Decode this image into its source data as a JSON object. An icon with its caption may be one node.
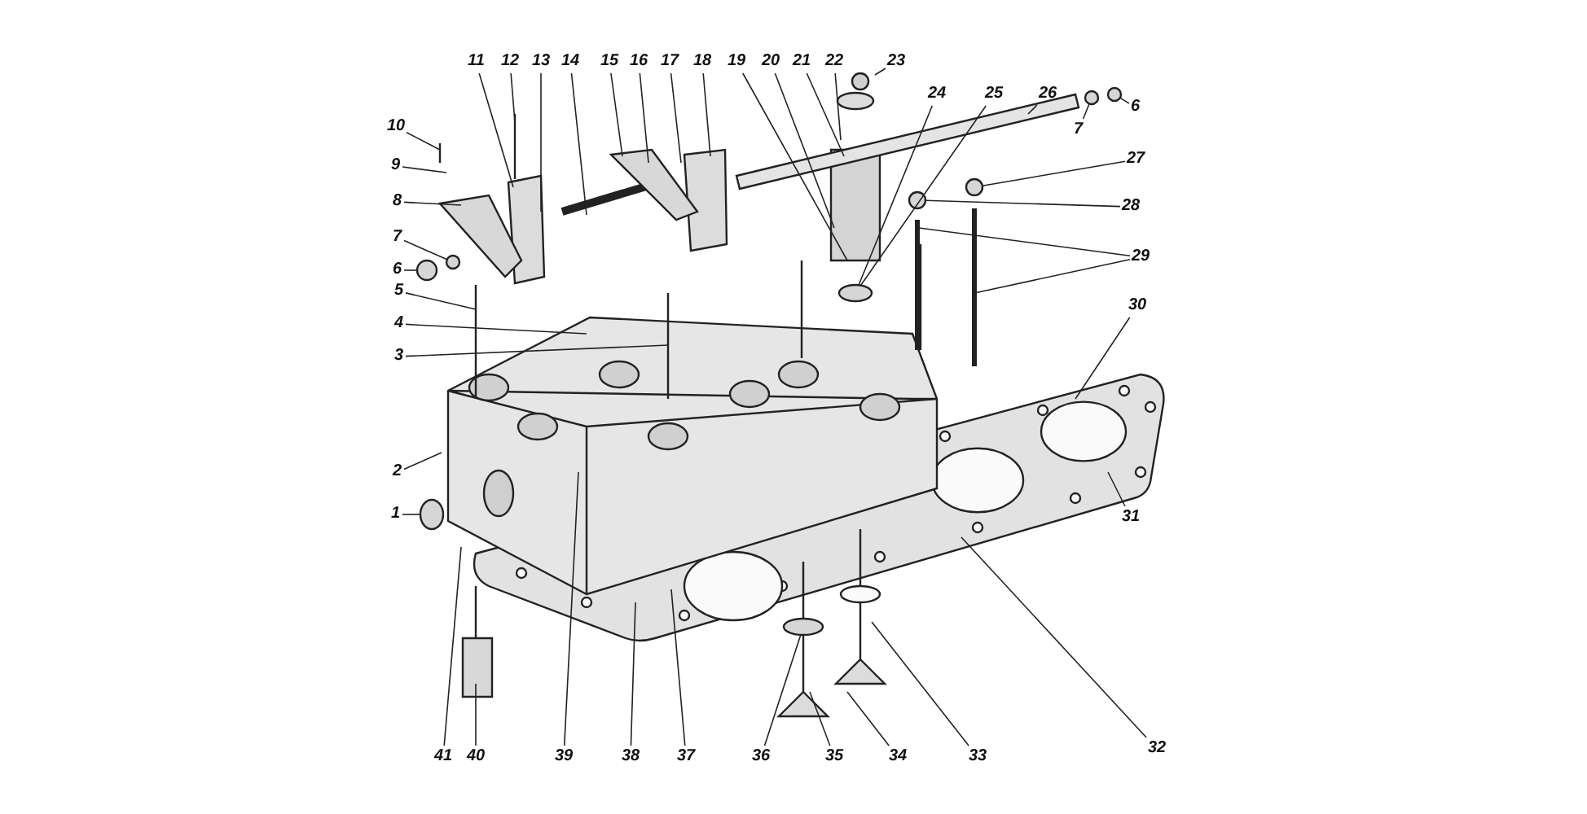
{
  "diagram": {
    "nodes": [
      {
        "text": [
          "10"
        ]
      },
      {
        "text": [
          "11"
        ]
      },
      {
        "text": [
          "12"
        ]
      },
      {
        "text": [
          "13"
        ]
      },
      {
        "text": [
          "14"
        ]
      },
      {
        "text": [
          "15"
        ]
      },
      {
        "text": [
          "16"
        ]
      },
      {
        "text": [
          "17"
        ]
      },
      {
        "text": [
          "18"
        ]
      },
      {
        "text": [
          "19"
        ]
      },
      {
        "text": [
          "20"
        ]
      },
      {
        "text": [
          "21"
        ]
      },
      {
        "text": [
          "22"
        ]
      },
      {
        "text": [
          "23"
        ]
      },
      {
        "text": [
          "24"
        ]
      },
      {
        "text": [
          "25"
        ]
      },
      {
        "text": [
          "26"
        ]
      },
      {
        "text": [
          "7"
        ]
      },
      {
        "text": [
          "6"
        ]
      },
      {
        "text": [
          "9"
        ]
      },
      {
        "text": [
          "27"
        ]
      },
      {
        "text": [
          "8"
        ]
      },
      {
        "text": [
          "28"
        ]
      },
      {
        "text": [
          "7"
        ]
      },
      {
        "text": [
          "29"
        ]
      },
      {
        "text": [
          "6"
        ]
      },
      {
        "text": [
          "5"
        ]
      },
      {
        "text": [
          "30"
        ]
      },
      {
        "text": [
          "4"
        ]
      },
      {
        "text": [
          "3"
        ]
      },
      {
        "text": [
          "2"
        ]
      },
      {
        "text": [
          "1"
        ]
      },
      {
        "text": [
          "31"
        ]
      },
      {
        "text": [
          "41"
        ]
      },
      {
        "text": [
          "40"
        ]
      },
      {
        "text": [
          "39"
        ]
      },
      {
        "text": [
          "38"
        ]
      },
      {
        "text": [
          "37"
        ]
      },
      {
        "text": [
          "36"
        ]
      },
      {
        "text": [
          "35"
        ]
      },
      {
        "text": [
          "34"
        ]
      },
      {
        "text": [
          "33"
        ]
      },
      {
        "text": [
          "32"
        ]
      },
      {
        "text": [],
        "shape": "ellipse"
      },
      {
        "text": [],
        "shape": "circle"
      },
      {
        "text": [],
        "shape": "circle"
      },
      {
        "text": [],
        "shape": "circle"
      },
      {
        "text": [],
        "shape": "circle"
      },
      {
        "text": [],
        "shape": "circle"
      },
      {
        "text": [],
        "shape": "circle"
      },
      {
        "text": [],
        "shape": "ellipse"
      },
      {
        "text": [],
        "shape": "ellipse"
      }
    ],
    "edges": [
      {
        "from": 0,
        "to": null,
        "arrow": "none"
      },
      {
        "from": 1,
        "to": null,
        "arrow": "none"
      },
      {
        "from": 2,
        "to": null,
        "arrow": "none"
      },
      {
        "from": 3,
        "to": null,
        "arrow": "none"
      },
      {
        "from": 4,
        "to": null,
        "arrow": "none"
      },
      {
        "from": 5,
        "to": null,
        "arrow": "none"
      },
      {
        "from": 6,
        "to": null,
        "arrow": "none"
      },
      {
        "from": 7,
        "to": null,
        "arrow": "none"
      },
      {
        "from": 8,
        "to": null,
        "arrow": "none"
      },
      {
        "from": 9,
        "to": null,
        "arrow": "none"
      },
      {
        "from": 10,
        "to": null,
        "arrow": "none"
      },
      {
        "from": 11,
        "to": null,
        "arrow": "none"
      },
      {
        "from": 12,
        "to": null,
        "arrow": "none"
      },
      {
        "from": 13,
        "to": null,
        "arrow": "none"
      },
      {
        "from": 14,
        "to": 43,
        "arrow": "none"
      },
      {
        "from": 15,
        "to": 43,
        "arrow": "none"
      },
      {
        "from": 16,
        "to": null,
        "arrow": "none"
      },
      {
        "from": 17,
        "to": 44,
        "arrow": "none"
      },
      {
        "from": 18,
        "to": 45,
        "arrow": "none"
      },
      {
        "from": 19,
        "to": null,
        "arrow": "none"
      },
      {
        "from": 20,
        "to": 46,
        "arrow": "none"
      },
      {
        "from": 21,
        "to": null,
        "arrow": "none"
      },
      {
        "from": 22,
        "to": 47,
        "arrow": "none"
      },
      {
        "from": 23,
        "to": 48,
        "arrow": "none"
      },
      {
        "from": 24,
        "to": null,
        "arrow": "none"
      },
      {
        "from": 24,
        "to": null,
        "arrow": "none"
      },
      {
        "from": 25,
        "to": 49,
        "arrow": "none"
      },
      {
        "from": 26,
        "to": null,
        "arrow": "none"
      },
      {
        "from": 27,
        "to": null,
        "arrow": "none"
      },
      {
        "from": 28,
        "to": null,
        "arrow": "none"
      },
      {
        "from": 29,
        "to": null,
        "arrow": "none"
      },
      {
        "from": 30,
        "to": null,
        "arrow": "none"
      },
      {
        "from": 31,
        "to": 50,
        "arrow": "none"
      },
      {
        "from": 32,
        "to": null,
        "arrow": "none"
      },
      {
        "from": 33,
        "to": null,
        "arrow": "none"
      },
      {
        "from": 34,
        "to": null,
        "arrow": "none"
      },
      {
        "from": 35,
        "to": null,
        "arrow": "none"
      },
      {
        "from": 36,
        "to": null,
        "arrow": "none"
      },
      {
        "from": 37,
        "to": null,
        "arrow": "none"
      },
      {
        "from": 38,
        "to": 51,
        "arrow": "none"
      },
      {
        "from": 39,
        "to": null,
        "arrow": "none"
      },
      {
        "from": 40,
        "to": null,
        "arrow": "none"
      },
      {
        "from": 41,
        "to": null,
        "arrow": "none"
      },
      {
        "from": 42,
        "to": null,
        "arrow": "none"
      }
    ]
  }
}
